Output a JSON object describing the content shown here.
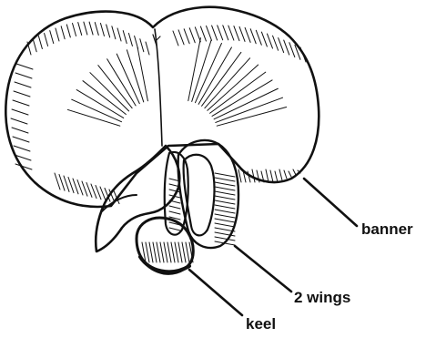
{
  "labels": {
    "banner": "banner",
    "wings": "2 wings",
    "keel": "keel"
  },
  "colors": {
    "ink": "#111111",
    "paper": "#ffffff"
  }
}
